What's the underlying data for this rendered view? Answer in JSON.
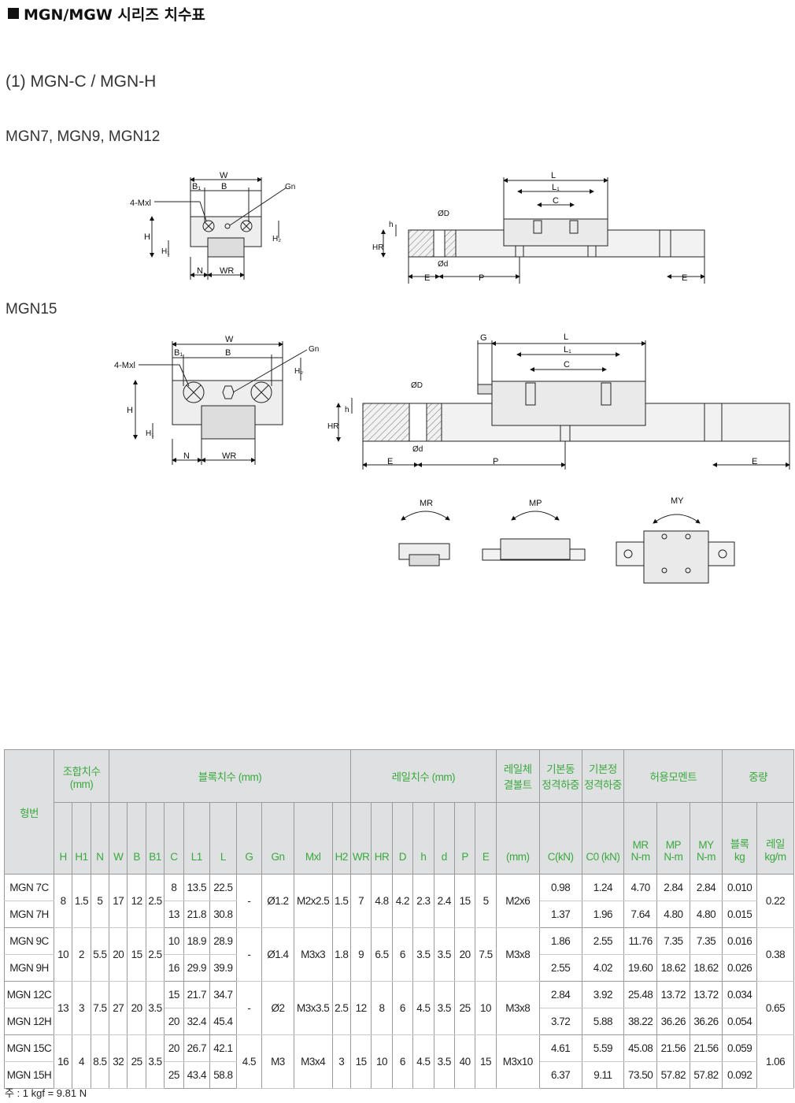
{
  "title": "MGN/MGW 시리즈 치수표",
  "section": "(1) MGN-C / MGN-H",
  "subsections": [
    "MGN7, MGN9, MGN12",
    "MGN15"
  ],
  "drawing_labels": {
    "W": "W",
    "B": "B",
    "B1": "B₁",
    "Gn": "Gn",
    "Mxl": "4-Mxl",
    "H": "H",
    "H1": "H₁",
    "H2": "H₂",
    "N": "N",
    "WR": "WR",
    "L": "L",
    "L1": "L₁",
    "C": "C",
    "h": "h",
    "HR": "HR",
    "D": "ØD",
    "d": "Ød",
    "E": "E",
    "P": "P",
    "G": "G",
    "MR": "MR",
    "MP": "MP",
    "MY": "MY"
  },
  "table": {
    "group_headers": {
      "model": "형번",
      "assembly": "조합치수\n(mm)",
      "block": "블록치수 (mm)",
      "rail": "레일치수 (mm)",
      "rail_bolt": "레일체\n결볼트",
      "dynamic": "기본동\n정격하중",
      "static": "기본정\n정격하중",
      "moment": "허용모멘트",
      "weight": "중량"
    },
    "columns": [
      "H",
      "H1",
      "N",
      "W",
      "B",
      "B1",
      "C",
      "L1",
      "L",
      "G",
      "Gn",
      "Mxl",
      "H2",
      "WR",
      "HR",
      "D",
      "h",
      "d",
      "P",
      "E",
      "(mm)",
      "C(kN)",
      "C0 (kN)",
      "MR\nN-m",
      "MP\nN-m",
      "MY\nN-m",
      "블록\nkg",
      "레일\nkg/m"
    ],
    "groups": [
      {
        "rows": [
          {
            "model": "MGN 7C",
            "C": "8",
            "L1": "13.5",
            "L": "22.5",
            "Cdyn": "0.98",
            "C0": "1.24",
            "MR": "4.70",
            "MP": "2.84",
            "MY": "2.84",
            "block_kg": "0.010"
          },
          {
            "model": "MGN 7H",
            "C": "13",
            "L1": "21.8",
            "L": "30.8",
            "Cdyn": "1.37",
            "C0": "1.96",
            "MR": "7.64",
            "MP": "4.80",
            "MY": "4.80",
            "block_kg": "0.015"
          }
        ],
        "shared": {
          "H": "8",
          "H1": "1.5",
          "N": "5",
          "W": "17",
          "B": "12",
          "B1": "2.5",
          "G": "-",
          "Gn": "Ø1.2",
          "Mxl": "M2x2.5",
          "H2": "1.5",
          "WR": "7",
          "HR": "4.8",
          "D": "4.2",
          "h": "2.3",
          "d": "2.4",
          "P": "15",
          "E": "5",
          "bolt": "M2x6",
          "rail_kg": "0.22"
        }
      },
      {
        "rows": [
          {
            "model": "MGN 9C",
            "C": "10",
            "L1": "18.9",
            "L": "28.9",
            "Cdyn": "1.86",
            "C0": "2.55",
            "MR": "11.76",
            "MP": "7.35",
            "MY": "7.35",
            "block_kg": "0.016"
          },
          {
            "model": "MGN 9H",
            "C": "16",
            "L1": "29.9",
            "L": "39.9",
            "Cdyn": "2.55",
            "C0": "4.02",
            "MR": "19.60",
            "MP": "18.62",
            "MY": "18.62",
            "block_kg": "0.026"
          }
        ],
        "shared": {
          "H": "10",
          "H1": "2",
          "N": "5.5",
          "W": "20",
          "B": "15",
          "B1": "2.5",
          "G": "-",
          "Gn": "Ø1.4",
          "Mxl": "M3x3",
          "H2": "1.8",
          "WR": "9",
          "HR": "6.5",
          "D": "6",
          "h": "3.5",
          "d": "3.5",
          "P": "20",
          "E": "7.5",
          "bolt": "M3x8",
          "rail_kg": "0.38"
        }
      },
      {
        "rows": [
          {
            "model": "MGN 12C",
            "C": "15",
            "L1": "21.7",
            "L": "34.7",
            "Cdyn": "2.84",
            "C0": "3.92",
            "MR": "25.48",
            "MP": "13.72",
            "MY": "13.72",
            "block_kg": "0.034"
          },
          {
            "model": "MGN 12H",
            "C": "20",
            "L1": "32.4",
            "L": "45.4",
            "Cdyn": "3.72",
            "C0": "5.88",
            "MR": "38.22",
            "MP": "36.26",
            "MY": "36.26",
            "block_kg": "0.054"
          }
        ],
        "shared": {
          "H": "13",
          "H1": "3",
          "N": "7.5",
          "W": "27",
          "B": "20",
          "B1": "3.5",
          "G": "-",
          "Gn": "Ø2",
          "Mxl": "M3x3.5",
          "H2": "2.5",
          "WR": "12",
          "HR": "8",
          "D": "6",
          "h": "4.5",
          "d": "3.5",
          "P": "25",
          "E": "10",
          "bolt": "M3x8",
          "rail_kg": "0.65"
        }
      },
      {
        "rows": [
          {
            "model": "MGN 15C",
            "C": "20",
            "L1": "26.7",
            "L": "42.1",
            "Cdyn": "4.61",
            "C0": "5.59",
            "MR": "45.08",
            "MP": "21.56",
            "MY": "21.56",
            "block_kg": "0.059"
          },
          {
            "model": "MGN 15H",
            "C": "25",
            "L1": "43.4",
            "L": "58.8",
            "Cdyn": "6.37",
            "C0": "9.11",
            "MR": "73.50",
            "MP": "57.82",
            "MY": "57.82",
            "block_kg": "0.092"
          }
        ],
        "shared": {
          "H": "16",
          "H1": "4",
          "N": "8.5",
          "W": "32",
          "B": "25",
          "B1": "3.5",
          "G": "4.5",
          "Gn": "M3",
          "Mxl": "M3x4",
          "H2": "3",
          "WR": "15",
          "HR": "10",
          "D": "6",
          "h": "4.5",
          "d": "3.5",
          "P": "40",
          "E": "15",
          "bolt": "M3x10",
          "rail_kg": "1.06"
        }
      }
    ]
  },
  "note": "주 : 1 kgf = 9.81 N"
}
